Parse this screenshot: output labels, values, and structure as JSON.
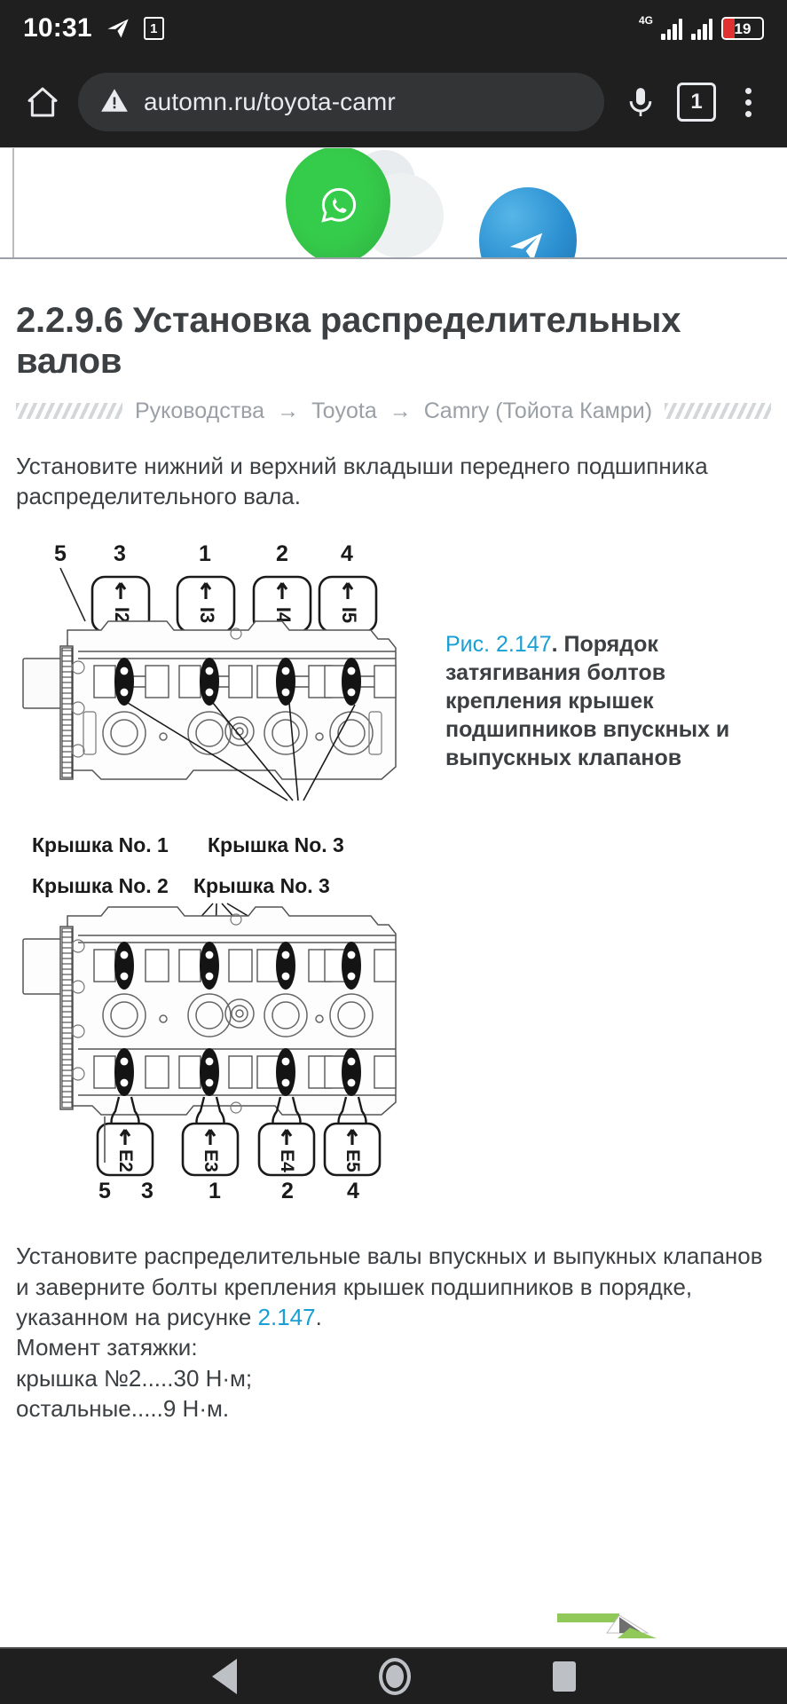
{
  "status_bar": {
    "clock": "10:31",
    "telegram_icon": "telegram-icon",
    "sim_badge": "1",
    "network_label": "4G",
    "battery_percent": "19"
  },
  "browser": {
    "home_icon": "home-icon",
    "security_icon": "warning-triangle-icon",
    "url": "automn.ru/toyota-camr",
    "mic_icon": "microphone-icon",
    "tab_count": "1",
    "menu_icon": "overflow-menu-icon"
  },
  "ad": {
    "whatsapp_icon": "whatsapp-icon",
    "telegram_icon": "telegram-icon"
  },
  "article": {
    "title": "2.2.9.6 Установка распределительных валов",
    "breadcrumb": {
      "item1": "Руководства",
      "sep1": "→",
      "item2": "Toyota",
      "sep2": "→",
      "item3": "Camry (Тойота Камри)"
    },
    "intro_paragraph": "Установите нижний и верхний вкладыши переднего подшипника распределительного вала.",
    "figure": {
      "caption_number": "Рис. 2.147",
      "caption_text": ". Порядок затягивания болтов крепления крышек подшипников впускных и выпускных клапанов",
      "diagram_top": {
        "top_numbers": [
          "5",
          "3",
          "1",
          "2",
          "4"
        ],
        "callouts": [
          "I2",
          "I3",
          "I4",
          "I5"
        ],
        "label_cover1": "Крышка No. 1",
        "label_cover3": "Крышка No. 3"
      },
      "diagram_bottom": {
        "label_cover2": "Крышка No. 2",
        "label_cover3": "Крышка No. 3",
        "callouts": [
          "E2",
          "E3",
          "E4",
          "E5"
        ],
        "bottom_numbers": [
          "5",
          "3",
          "1",
          "2",
          "4"
        ]
      }
    },
    "closing_line1": "Установите распределительные валы впускных и выпукных",
    "closing_line2": "клапанов и заверните болты крепления крышек подшипников в",
    "closing_line3_pre": "порядке, указанном на рисунке ",
    "closing_line3_link": "2.147",
    "closing_line3_post": ".",
    "torque_heading": "Момент затяжки:",
    "torque_line1": "крышка №2.....30 Н·м;",
    "torque_line2": "остальные.....9 Н·м."
  },
  "nav_bar": {
    "back_icon": "back-triangle-icon",
    "home_icon": "home-circle-icon",
    "recents_icon": "recents-square-icon"
  },
  "colors": {
    "accent_link": "#1a9fd4",
    "text": "#3c4043",
    "muted": "#9aa0a6",
    "chrome_dark": "#1f1f1f",
    "omnibox": "#323436",
    "battery_red": "#e03030",
    "whatsapp_green": "#36cc4b",
    "telegram_blue": "#2b8fd0"
  }
}
